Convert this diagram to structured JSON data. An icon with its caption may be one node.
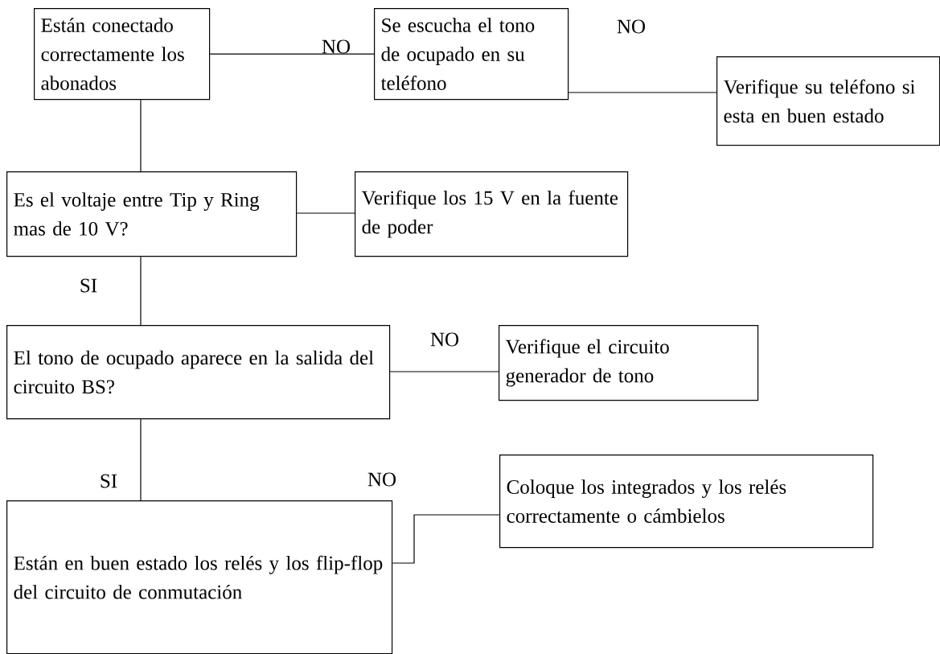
{
  "diagram": {
    "nodes": [
      {
        "text": [
          "Están conectado correctamente los abonados"
        ]
      },
      {
        "text": [
          "Se escucha el tono de ocupado en su teléfono"
        ]
      },
      {
        "text": [
          "Verifique su teléfono si esta en buen estado"
        ]
      },
      {
        "text": [
          "Es el voltaje entre Tip y Ring mas de 10 V?"
        ]
      },
      {
        "text": [
          "Verifique los 15 V en la fuente de poder"
        ]
      },
      {
        "text": [
          "El tono de ocupado aparece en la salida del circuito BS?"
        ]
      },
      {
        "text": [
          "Verifique el circuito generador de tono"
        ]
      },
      {
        "text": [
          "Están en buen estado los relés y los flip-flop del circuito de conmutación"
        ]
      },
      {
        "text": [
          "Coloque los integrados y los relés correctamente o cámbielos"
        ]
      }
    ],
    "edges": [
      {
        "from": 0,
        "to": 1,
        "arrow": "none",
        "label": "NO"
      },
      {
        "from": 1,
        "to": 2,
        "arrow": "none",
        "label": "NO"
      },
      {
        "from": 0,
        "to": 3,
        "arrow": "none"
      },
      {
        "from": 3,
        "to": 4,
        "arrow": "none"
      },
      {
        "from": 3,
        "to": 5,
        "arrow": "none",
        "label": "SI"
      },
      {
        "from": 5,
        "to": 6,
        "arrow": "none",
        "label": "NO"
      },
      {
        "from": 5,
        "to": 7,
        "arrow": "none",
        "label": "SI"
      },
      {
        "from": 7,
        "to": 8,
        "arrow": "none",
        "label": "NO"
      }
    ]
  }
}
